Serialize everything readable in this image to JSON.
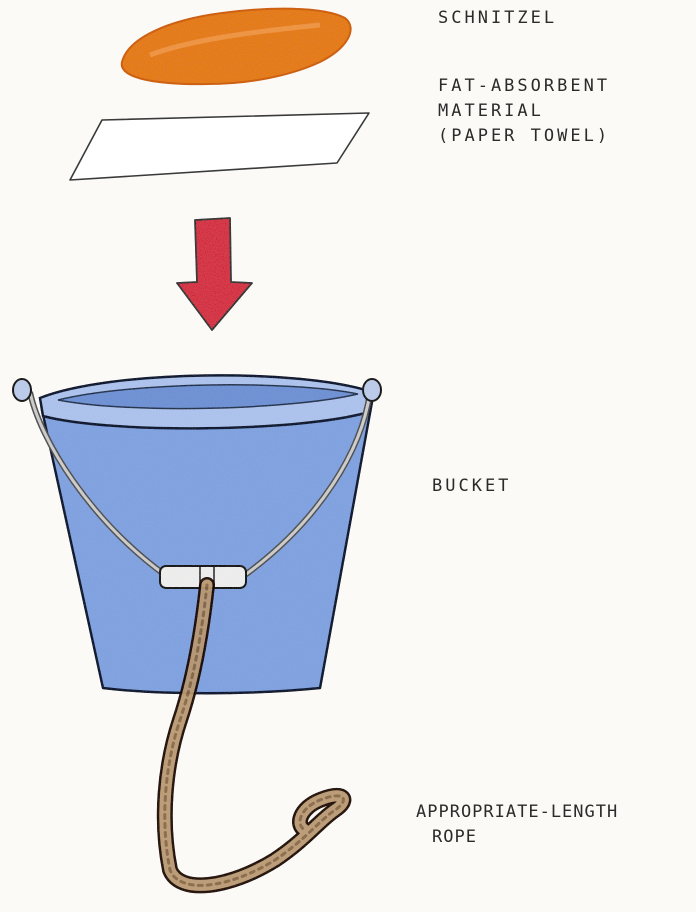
{
  "labels": {
    "schnitzel": "SCHNITZEL",
    "paper_towel": [
      "FAT-ABSORBENT",
      "MATERIAL",
      "(PAPER TOWEL)"
    ],
    "bucket": "BUCKET",
    "rope": [
      "APPROPRIATE-LENGTH",
      "ROPE"
    ]
  },
  "colors": {
    "schnitzel": "#e07a34",
    "arrow": "#d0424d",
    "bucket": "#7f9fdc",
    "rope": "#b89a78",
    "ink": "#2b2b2b",
    "paper": "#fbfaf6"
  },
  "icons": [
    "schnitzel-icon",
    "paper-towel-icon",
    "down-arrow-icon",
    "bucket-icon",
    "rope-icon"
  ]
}
